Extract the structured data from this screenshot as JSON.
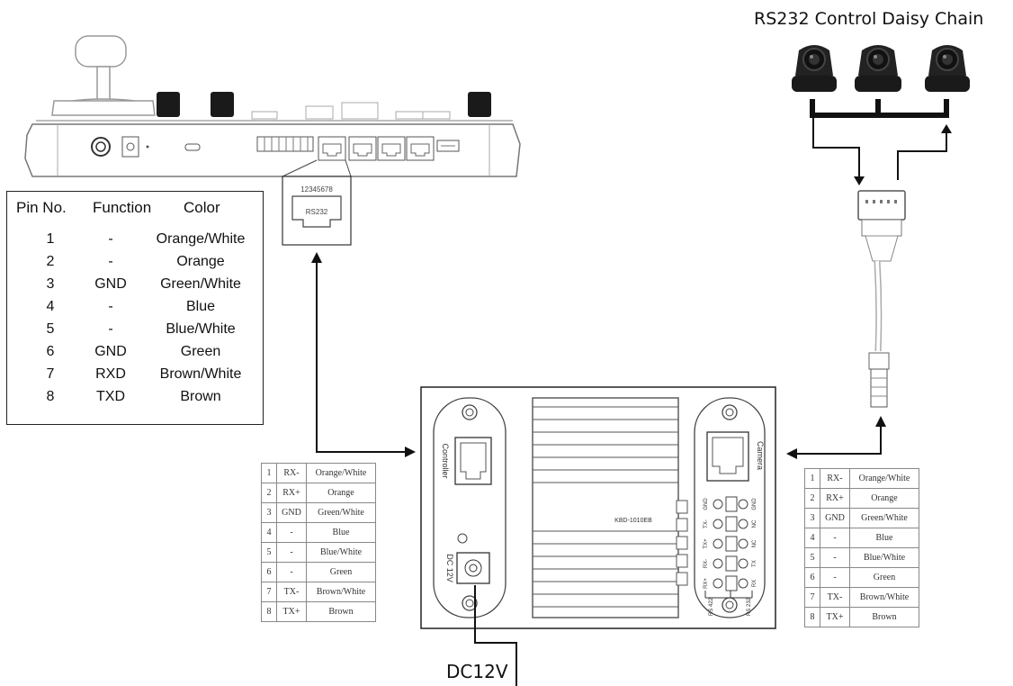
{
  "title": "RS232 Control Daisy Chain",
  "power_label": "DC12V",
  "controller_port": {
    "pin_numbers": "12345678",
    "port_label": "RS232"
  },
  "pin_table": {
    "headers": [
      "Pin No.",
      "Function",
      "Color"
    ],
    "rows": [
      {
        "pin": "1",
        "function": "-",
        "color": "Orange/White"
      },
      {
        "pin": "2",
        "function": "-",
        "color": "Orange"
      },
      {
        "pin": "3",
        "function": "GND",
        "color": "Green/White"
      },
      {
        "pin": "4",
        "function": "-",
        "color": "Blue"
      },
      {
        "pin": "5",
        "function": "-",
        "color": "Blue/White"
      },
      {
        "pin": "6",
        "function": "GND",
        "color": "Green"
      },
      {
        "pin": "7",
        "function": "RXD",
        "color": "Brown/White"
      },
      {
        "pin": "8",
        "function": "TXD",
        "color": "Brown"
      }
    ]
  },
  "converter": {
    "controller_label": "Controller",
    "camera_label": "Camera",
    "power_label": "DC 12V",
    "model_label": "KBD-1010EB",
    "terminal_left": [
      "GND",
      "TX-",
      "TX+",
      "RX-",
      "RX+"
    ],
    "terminal_right": [
      "GND",
      "NC",
      "NC",
      "TX",
      "RX"
    ],
    "bus_left": "RS 422",
    "bus_right": "RS 232"
  },
  "left_wire_table": [
    {
      "n": "1",
      "f": "RX-",
      "c": "Orange/White"
    },
    {
      "n": "2",
      "f": "RX+",
      "c": "Orange"
    },
    {
      "n": "3",
      "f": "GND",
      "c": "Green/White"
    },
    {
      "n": "4",
      "f": "-",
      "c": "Blue"
    },
    {
      "n": "5",
      "f": "-",
      "c": "Blue/White"
    },
    {
      "n": "6",
      "f": "-",
      "c": "Green"
    },
    {
      "n": "7",
      "f": "TX-",
      "c": "Brown/White"
    },
    {
      "n": "8",
      "f": "TX+",
      "c": "Brown"
    }
  ],
  "right_wire_table": [
    {
      "n": "1",
      "f": "RX-",
      "c": "Orange/White"
    },
    {
      "n": "2",
      "f": "RX+",
      "c": "Orange"
    },
    {
      "n": "3",
      "f": "GND",
      "c": "Green/White"
    },
    {
      "n": "4",
      "f": "-",
      "c": "Blue"
    },
    {
      "n": "5",
      "f": "-",
      "c": "Blue/White"
    },
    {
      "n": "6",
      "f": "-",
      "c": "Green"
    },
    {
      "n": "7",
      "f": "TX-",
      "c": "Brown/White"
    },
    {
      "n": "8",
      "f": "TX+",
      "c": "Brown"
    }
  ]
}
